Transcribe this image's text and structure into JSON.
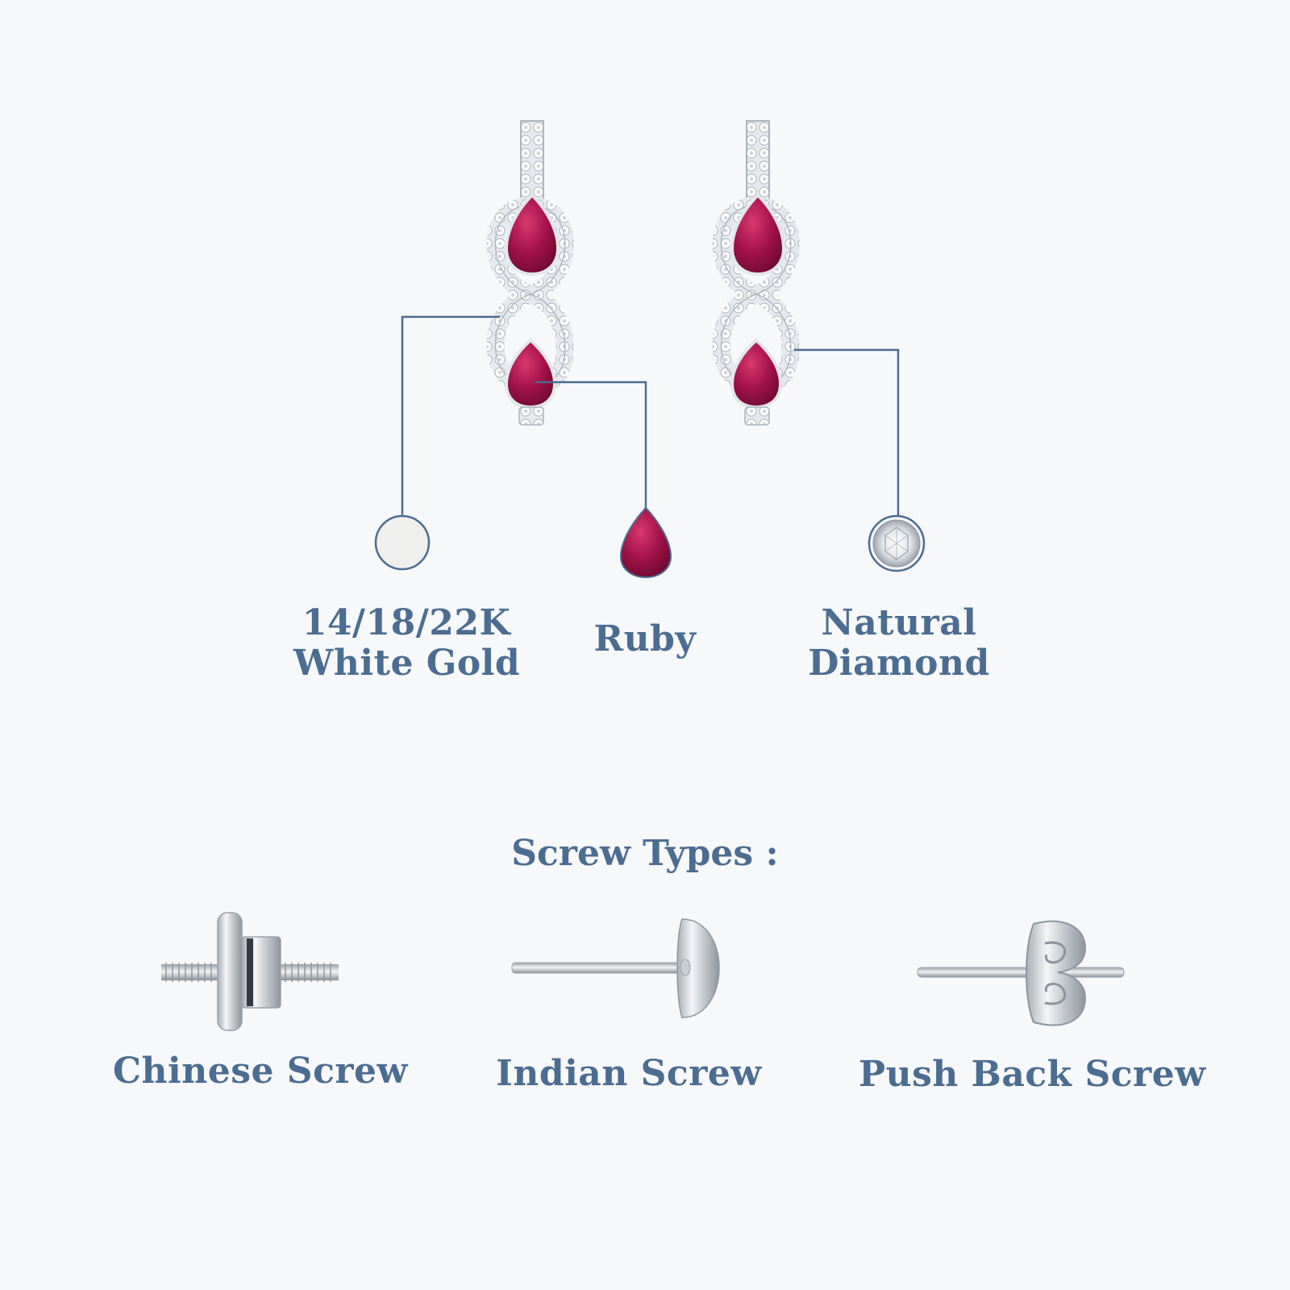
{
  "materials": {
    "metal": {
      "line1": "14/18/22K",
      "line2": "White Gold"
    },
    "gem": {
      "label": "Ruby"
    },
    "stone": {
      "line1": "Natural",
      "line2": "Diamond"
    }
  },
  "screw_section": {
    "title": "Screw Types :",
    "items": [
      {
        "label": "Chinese Screw"
      },
      {
        "label": "Indian Screw"
      },
      {
        "label": "Push Back Screw"
      }
    ]
  },
  "colors": {
    "text": "#4c6d92",
    "leader_line": "#4c6d92",
    "ruby": "#a3124a",
    "metal": "#d9dde2",
    "background": "#f7f8f9"
  }
}
